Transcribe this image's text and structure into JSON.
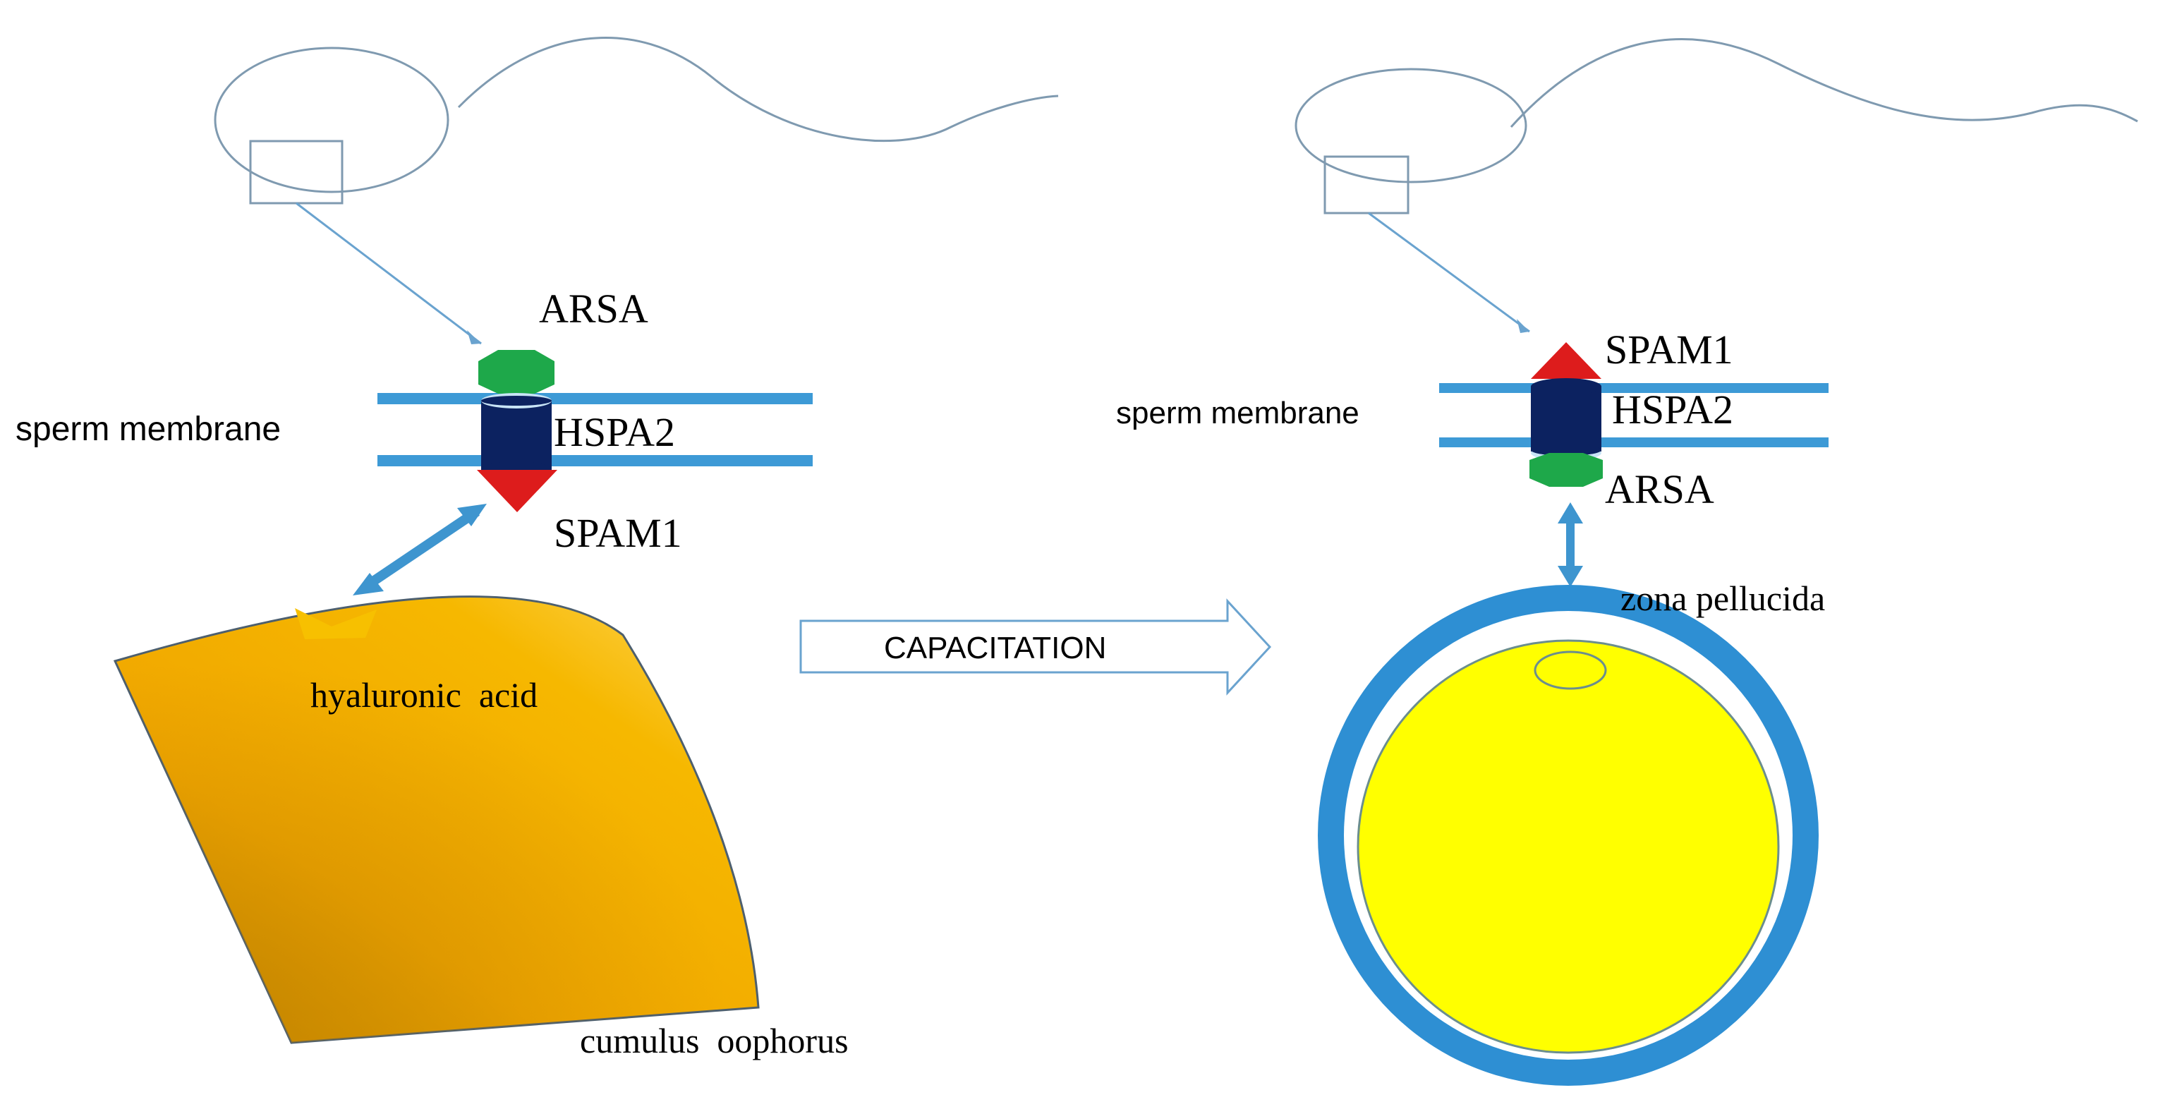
{
  "left_panel": {
    "arsa": "ARSA",
    "hspa2": "HSPA2",
    "spam1": "SPAM1",
    "membrane": "sperm membrane",
    "hyaluronic_acid": "hyaluronic  acid",
    "cumulus": "cumulus  oophorus"
  },
  "arrow": {
    "label": "CAPACITATION"
  },
  "right_panel": {
    "spam1": "SPAM1",
    "hspa2": "HSPA2",
    "arsa": "ARSA",
    "membrane": "sperm membrane",
    "zona": "zona pellucida"
  },
  "colors": {
    "outline": "#7f9ab0",
    "membrane": "#3d9ad6",
    "hspa2": "#0c2260",
    "arsa": "#1ea84a",
    "spam1": "#dd1c1c",
    "cumulus": "#f2a800",
    "hyaluronic": "#f7c000",
    "zona": "#2e8fd3",
    "oocyte": "#ffff00",
    "double_arrow": "#3e95cf"
  },
  "icons": [
    "sperm-head-icon",
    "sperm-tail-icon",
    "protein-complex-icon",
    "double-arrow-icon",
    "capacitation-arrow-icon",
    "oocyte-icon"
  ]
}
